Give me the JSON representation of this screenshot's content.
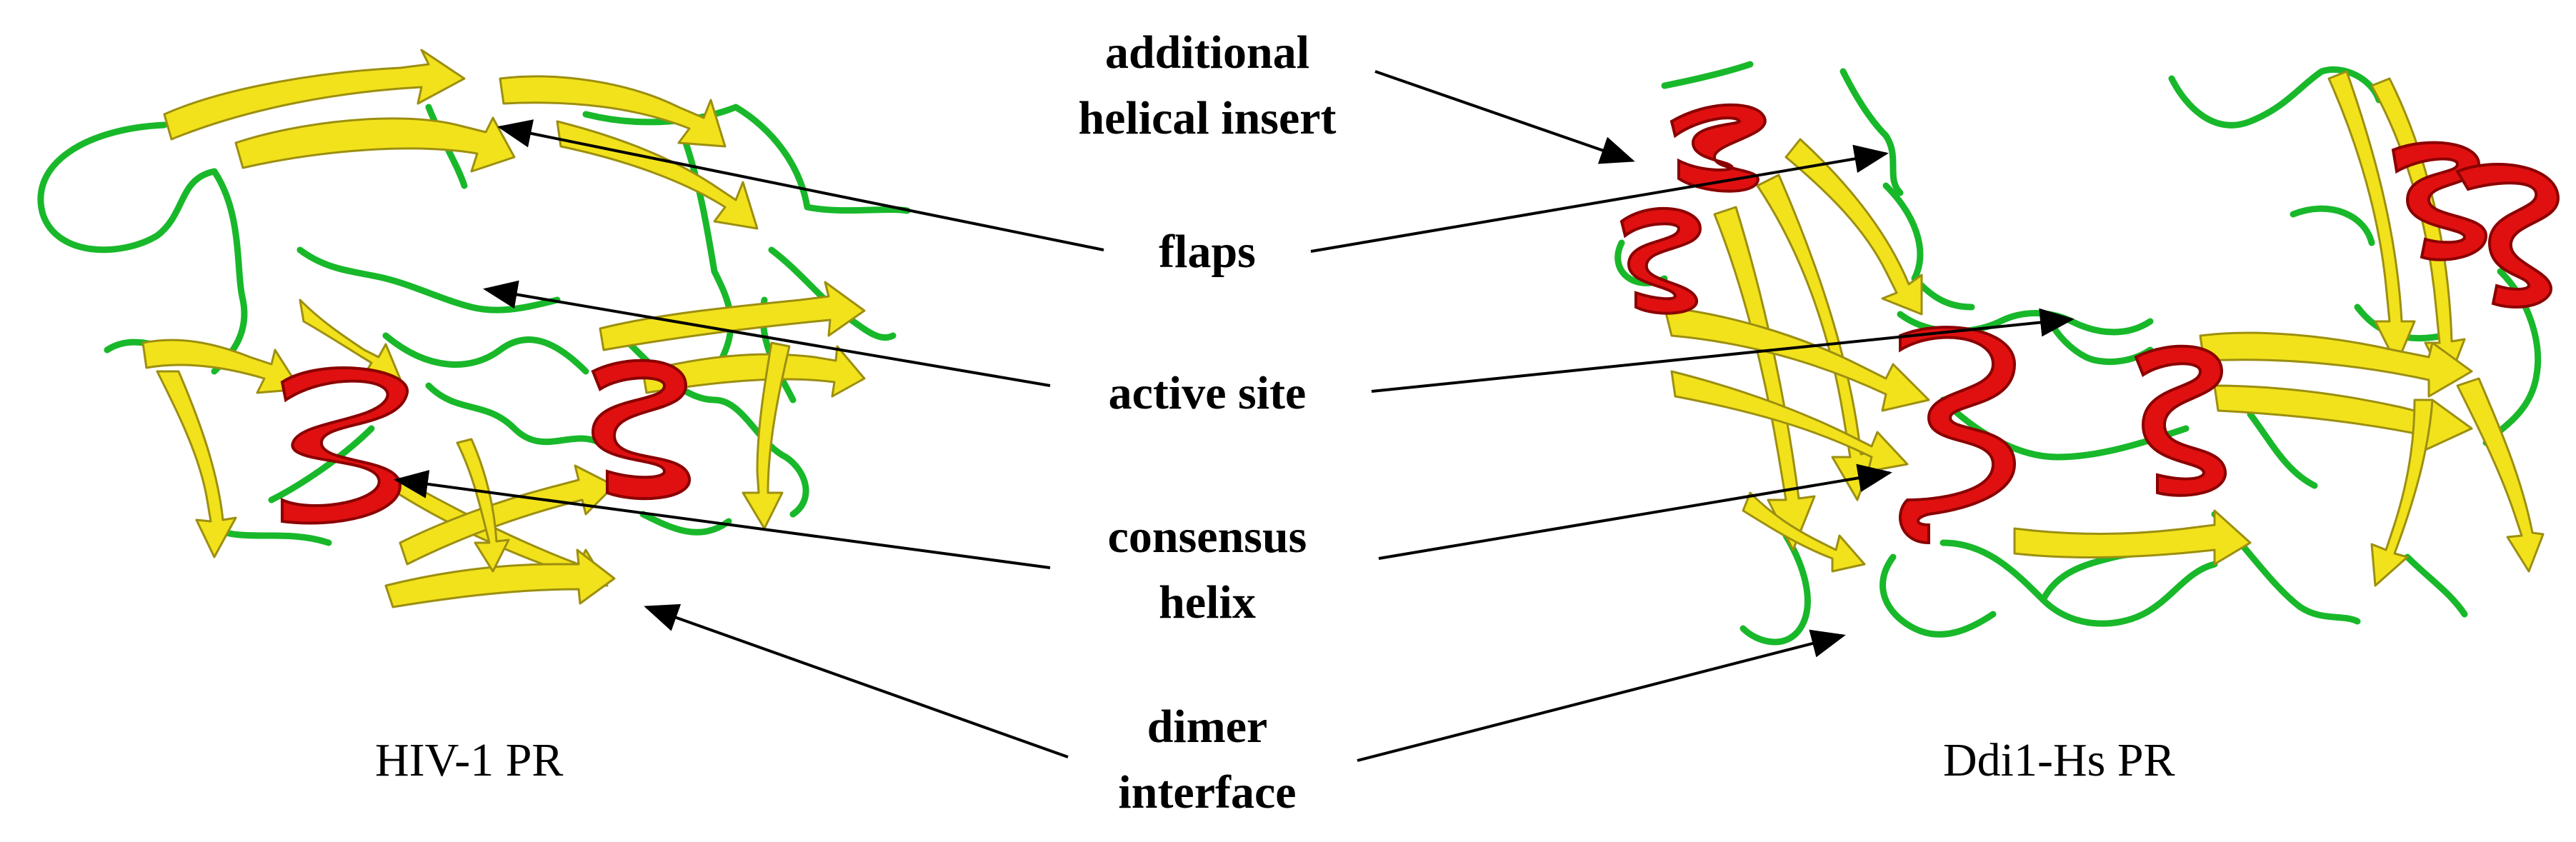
{
  "labels": {
    "additional_helical_insert": [
      "additional",
      "helical insert"
    ],
    "flaps": "flaps",
    "active_site": "active site",
    "consensus_helix": [
      "consensus",
      "helix"
    ],
    "dimer_interface": [
      "dimer",
      "interface"
    ]
  },
  "captions": {
    "left": "HIV-1 PR",
    "right": "Ddi1-Hs PR"
  },
  "colors": {
    "strand": "#f2e21c",
    "strand_edge": "#9c8f10",
    "helix": "#e01010",
    "helix_edge": "#8a0000",
    "loop": "#18b82a",
    "arrow": "#000000"
  }
}
